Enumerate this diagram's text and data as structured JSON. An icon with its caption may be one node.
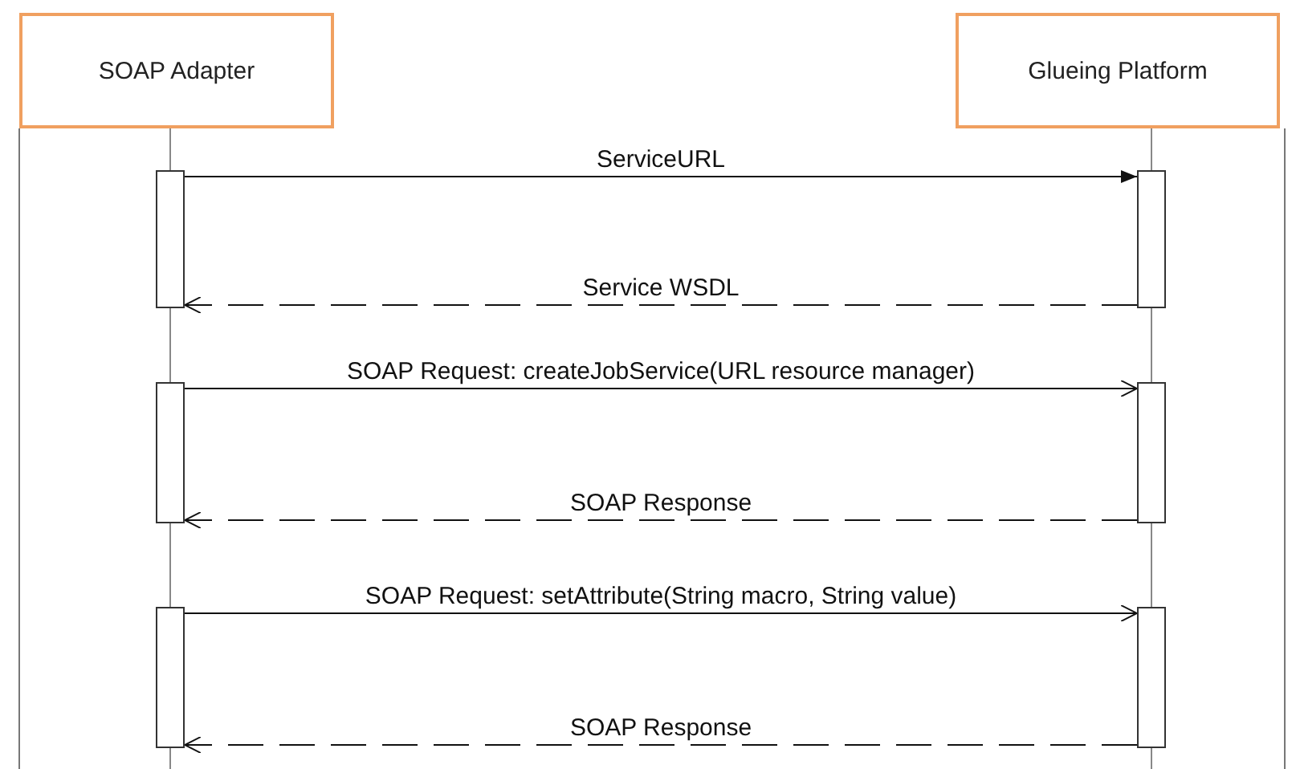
{
  "diagram": {
    "nodes": [
      {
        "text": [
          "SOAP Adapter"
        ]
      },
      {
        "text": [
          "Glueing Platform"
        ]
      },
      {
        "text": [],
        "shape": "bar"
      },
      {
        "text": [],
        "shape": "bar"
      },
      {
        "text": [],
        "shape": "bar"
      },
      {
        "text": [],
        "shape": "bar"
      },
      {
        "text": [],
        "shape": "bar"
      },
      {
        "text": [],
        "shape": "bar"
      }
    ],
    "edges": [
      {
        "from": 2,
        "to": 3,
        "arrow": "to",
        "label": "ServiceURL"
      },
      {
        "from": 3,
        "to": 2,
        "arrow": "to",
        "label": "Service WSDL",
        "style": "dashed"
      },
      {
        "from": 4,
        "to": 5,
        "arrow": "to",
        "label": "SOAP Request: createJobService(URL resource manager)"
      },
      {
        "from": 5,
        "to": 4,
        "arrow": "to",
        "label": "SOAP Response",
        "style": "dashed"
      },
      {
        "from": 6,
        "to": 7,
        "arrow": "to",
        "label": "SOAP Request: setAttribute(String macro, String value)"
      },
      {
        "from": 7,
        "to": 6,
        "arrow": "to",
        "label": "SOAP Response",
        "style": "dashed"
      }
    ]
  }
}
